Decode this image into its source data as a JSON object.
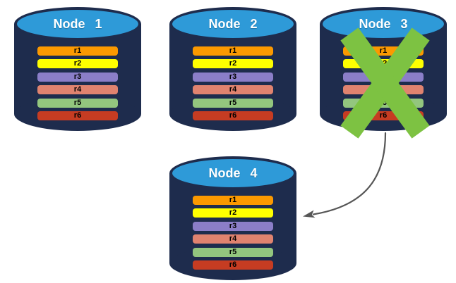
{
  "nodes": [
    {
      "label": "Node 1",
      "records": [
        "r1",
        "r2",
        "r3",
        "r4",
        "r5",
        "r6"
      ],
      "failed": false
    },
    {
      "label": "Node 2",
      "records": [
        "r1",
        "r2",
        "r3",
        "r4",
        "r5",
        "r6"
      ],
      "failed": false
    },
    {
      "label": "Node 3",
      "records": [
        "r1",
        "r2",
        "r3",
        "r4",
        "r5",
        "r6"
      ],
      "failed": true
    },
    {
      "label": "Node 4",
      "records": [
        "r1",
        "r2",
        "r3",
        "r4",
        "r5",
        "r6"
      ],
      "failed": false
    }
  ],
  "record_colors": [
    "#FB9900",
    "#FFFF00",
    "#8B7EC8",
    "#E0836F",
    "#93C67E",
    "#C63C22"
  ],
  "colors": {
    "cylinder_body": "#1E2C4D",
    "cylinder_top": "#2E9AD8",
    "failure_x": "#7DC242",
    "arrow": "#565656",
    "bar_text": "#000000",
    "label_text": "#FFFFFF"
  },
  "arrow": {
    "from": "Node 3",
    "to": "Node 4"
  }
}
